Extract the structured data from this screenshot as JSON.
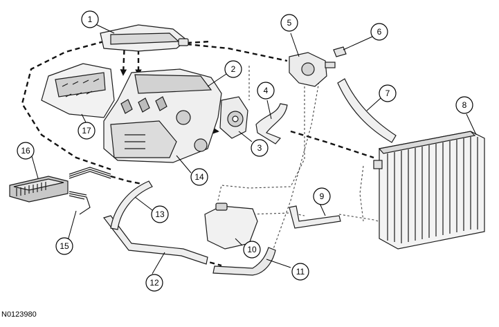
{
  "figure": {
    "reference_code": "N0123980",
    "colors": {
      "line": "#111111",
      "part_fill": "#f2f2f2",
      "part_shade": "#cfcfcf",
      "background": "#ffffff"
    }
  },
  "callouts": [
    {
      "id": "callout-1",
      "label": "1"
    },
    {
      "id": "callout-2",
      "label": "2"
    },
    {
      "id": "callout-3",
      "label": "3"
    },
    {
      "id": "callout-4",
      "label": "4"
    },
    {
      "id": "callout-5",
      "label": "5"
    },
    {
      "id": "callout-6",
      "label": "6"
    },
    {
      "id": "callout-7",
      "label": "7"
    },
    {
      "id": "callout-8",
      "label": "8"
    },
    {
      "id": "callout-9",
      "label": "9"
    },
    {
      "id": "callout-10",
      "label": "10"
    },
    {
      "id": "callout-11",
      "label": "11"
    },
    {
      "id": "callout-12",
      "label": "12"
    },
    {
      "id": "callout-13",
      "label": "13"
    },
    {
      "id": "callout-14",
      "label": "14"
    },
    {
      "id": "callout-15",
      "label": "15"
    },
    {
      "id": "callout-16",
      "label": "16"
    },
    {
      "id": "callout-17",
      "label": "17"
    }
  ]
}
